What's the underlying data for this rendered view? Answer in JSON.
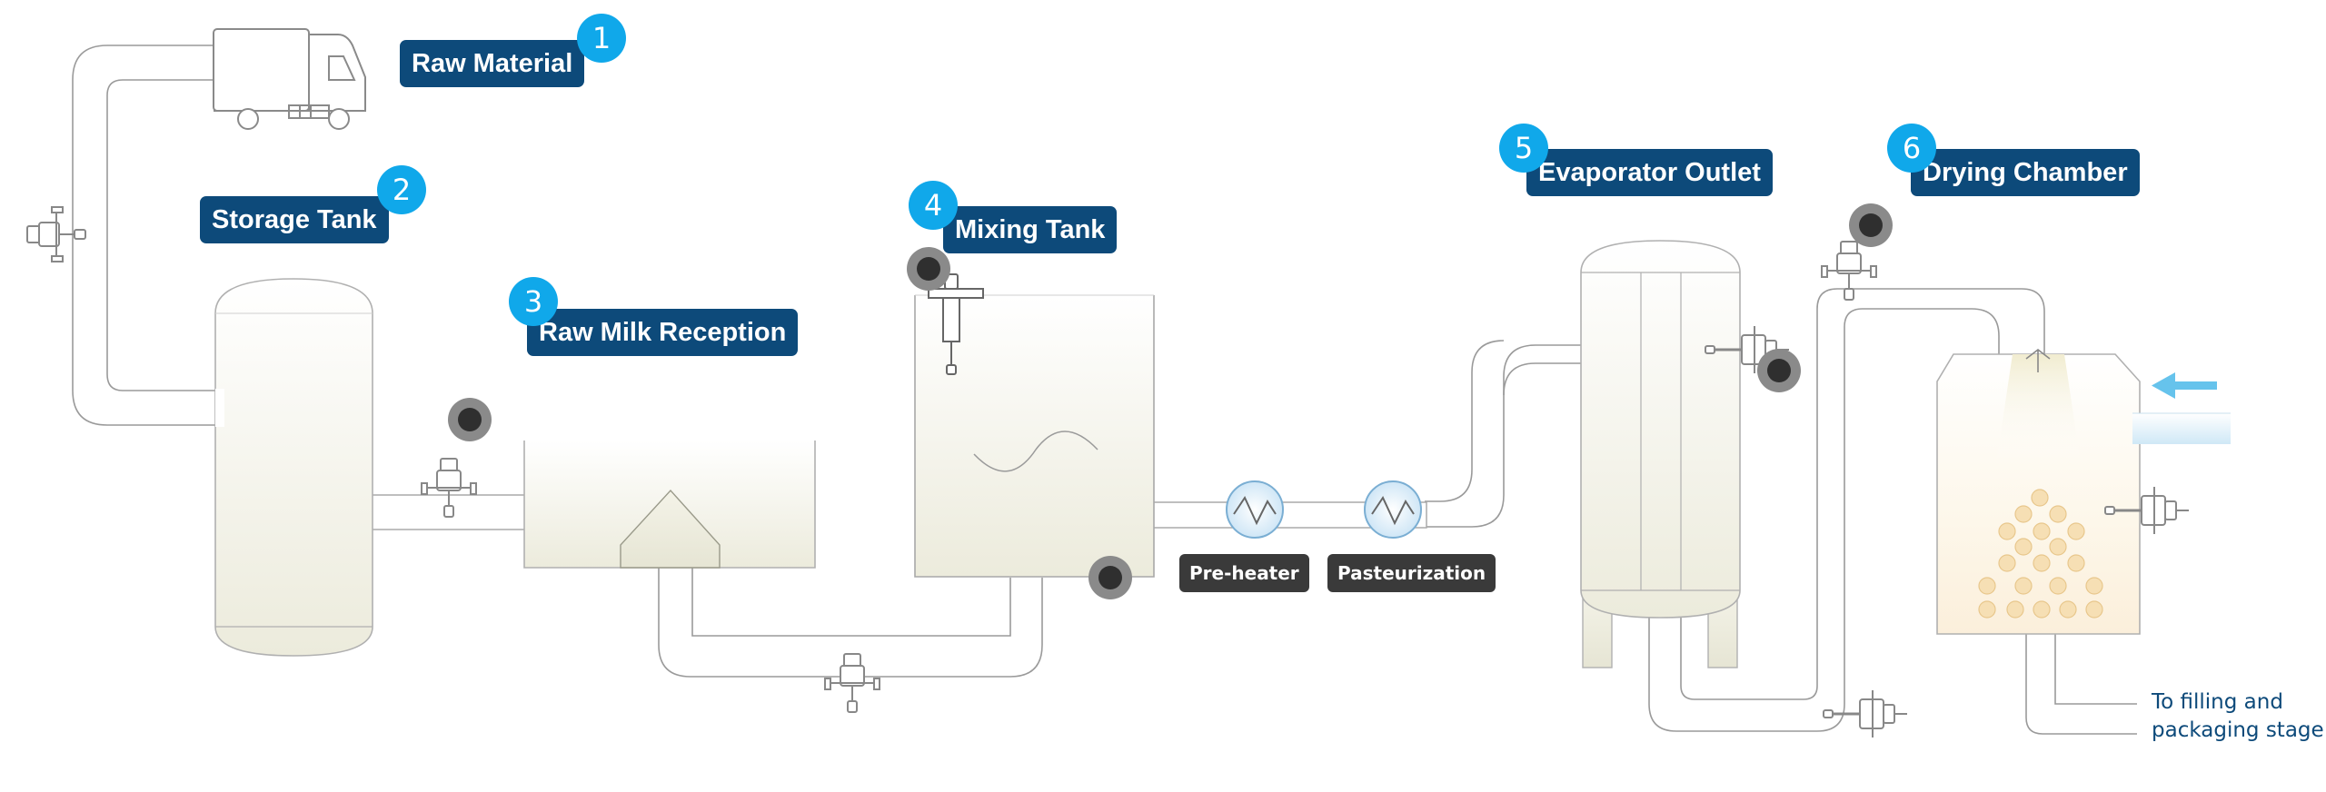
{
  "stages": [
    {
      "number": "1",
      "label": "Raw Material"
    },
    {
      "number": "2",
      "label": "Storage Tank"
    },
    {
      "number": "3",
      "label": "Raw Milk Reception"
    },
    {
      "number": "4",
      "label": "Mixing Tank"
    },
    {
      "number": "5",
      "label": "Evaporator Outlet"
    },
    {
      "number": "6",
      "label": "Drying Chamber"
    }
  ],
  "equipment": {
    "preheater": "Pre-heater",
    "pasteurization": "Pasteurization"
  },
  "output_note": {
    "line1": "To filling and",
    "line2": "packaging stage"
  },
  "colors": {
    "label_bg": "#0d4a7a",
    "badge_bg": "#10a8ea",
    "equipment_label_bg": "#3a3a3a",
    "sensor": "#3a3a3a",
    "airflow_arrow": "#66c3ec"
  }
}
